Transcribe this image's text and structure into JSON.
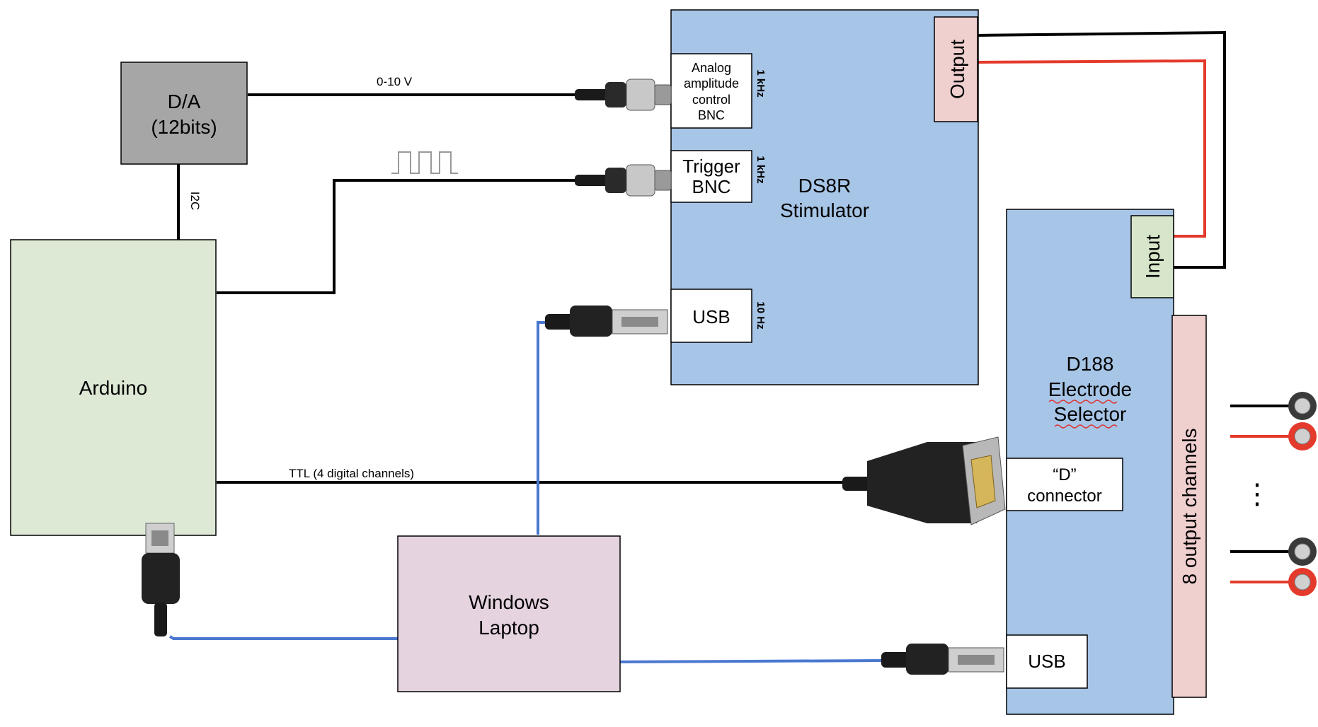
{
  "blocks": {
    "da": {
      "line1": "D/A",
      "line2": "(12bits)"
    },
    "arduino": {
      "label": "Arduino"
    },
    "ds8r": {
      "line1": "DS8R",
      "line2": "Stimulator"
    },
    "d188": {
      "line1": "D188",
      "line2": "Electrode",
      "line3": "Selector"
    },
    "laptop": {
      "line1": "Windows",
      "line2": "Laptop"
    }
  },
  "ports": {
    "analog": {
      "line1": "Analog",
      "line2": "amplitude",
      "line3": "control",
      "line4": "BNC",
      "rate": "1 kHz"
    },
    "trigger": {
      "line1": "Trigger",
      "line2": "BNC",
      "rate": "1 kHz"
    },
    "ds8r_usb": {
      "label": "USB",
      "rate": "10 Hz"
    },
    "output": {
      "label": "Output"
    },
    "input": {
      "label": "Input"
    },
    "d_connector": {
      "line1": "“D”",
      "line2": "connector"
    },
    "d188_usb": {
      "label": "USB"
    },
    "channels": {
      "label": "8 output channels"
    }
  },
  "wires": {
    "analog_label": "0-10 V",
    "i2c_label": "I2C",
    "ttl_label": "TTL (4 digital channels)"
  },
  "ellipsis": "⋮",
  "colors": {
    "da_fill": "#a6a6a6",
    "arduino_fill": "#dde9d5",
    "device_fill": "#a7c5e6",
    "laptop_fill": "#e6d3e0",
    "output_fill": "#f0cfcf",
    "input_fill": "#d7e6ca",
    "usb_wire": "#4a78d0",
    "red_wire": "#e43a2c"
  }
}
